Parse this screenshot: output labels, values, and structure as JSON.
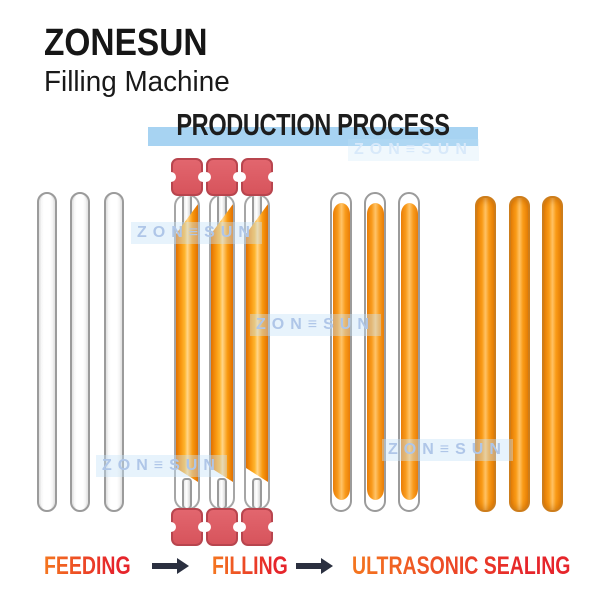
{
  "brand": {
    "name": "ZONESUN",
    "tagline": "Filling Machine"
  },
  "process": {
    "title": "PRODUCTION PROCESS"
  },
  "watermark": {
    "text": "ZON≡SUN"
  },
  "stages": {
    "feeding": {
      "label": "FEEDING",
      "tube_count": 3,
      "tube_state": "empty"
    },
    "filling": {
      "label": "FILLING",
      "tube_count": 3,
      "tube_state": "held-in-red-holders-being-filled"
    },
    "sealing": {
      "label": "ULTRASONIC SEALING",
      "tube_count": 6,
      "tube_state": "filled-and-sealed"
    }
  },
  "colors": {
    "accent_bar": "#a7d3f2",
    "watermark_blue": "#afc6e8",
    "tube_orange": "#f7941d",
    "holder_red": "#d95f66",
    "label_gradient_start": "#f4761f",
    "label_gradient_end": "#e6252b",
    "arrow_dark": "#2b3040"
  }
}
